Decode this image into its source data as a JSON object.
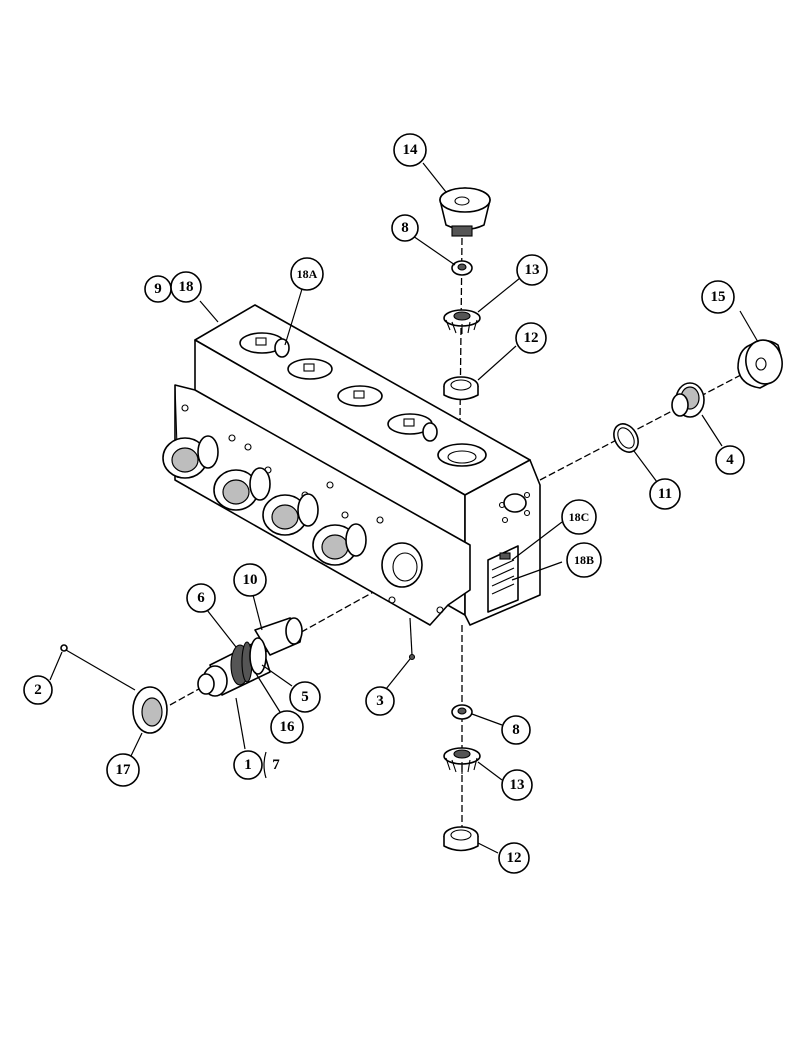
{
  "callouts": {
    "c1": "1",
    "c2": "2",
    "c3": "3",
    "c4": "4",
    "c5": "5",
    "c6": "6",
    "c7": "7",
    "c8_top": "8",
    "c8_bottom": "8",
    "c9": "9",
    "c10": "10",
    "c11": "11",
    "c12_top": "12",
    "c12_bottom": "12",
    "c13_top": "13",
    "c13_bottom": "13",
    "c14": "14",
    "c15": "15",
    "c16": "16",
    "c17": "17",
    "c18": "18",
    "c18a": "18A",
    "c18b": "18B",
    "c18c": "18C"
  }
}
